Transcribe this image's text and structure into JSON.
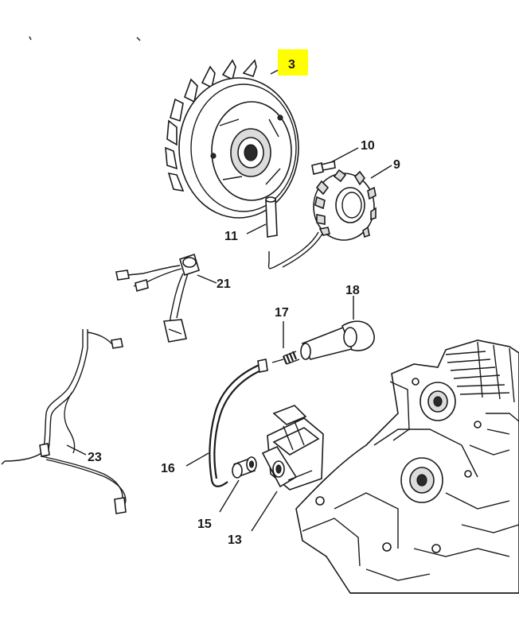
{
  "highlight_color": "#ffff00",
  "labels": {
    "flywheel": "3",
    "screw": "10",
    "ignition_module": "9",
    "pin": "11",
    "ground_wire": "21",
    "spark_plug_cap": "18",
    "spring": "17",
    "ignition_lead": "16",
    "wiring_harness": "23",
    "grommet": "15",
    "ignition_coil": "13"
  }
}
